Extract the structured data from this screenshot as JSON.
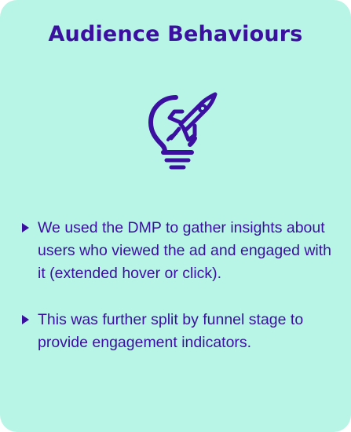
{
  "card": {
    "title": "Audience Behaviours",
    "icon": "lightbulb-rocket-icon",
    "bullets": [
      "We used the DMP to gather insights about users who viewed the ad and engaged with it (extended hover or click).",
      "This was further split by funnel stage to provide engagement indicators."
    ]
  },
  "colors": {
    "background": "#b9f5e6",
    "accent": "#3b0fa0"
  }
}
